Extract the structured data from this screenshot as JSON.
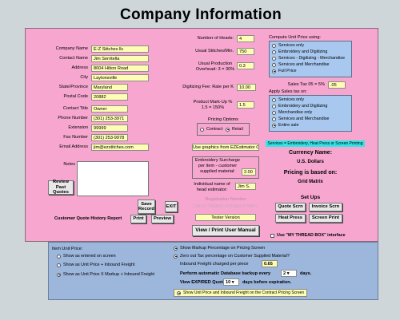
{
  "title": "Company Information",
  "company": {
    "labels": {
      "name": "Company Name",
      "contact": "Contact Name",
      "address": "Address",
      "city": "City",
      "state": "State/Province",
      "postal": "Postal Code",
      "contact_title": "Contact Title",
      "phone": "Phone Number",
      "extension": "Extension",
      "fax": "Fax Number",
      "email": "Email Address",
      "notes": "Notes"
    },
    "values": {
      "name": "E-Z Stitches llc",
      "contact": "Jim Serritella",
      "address": "8004 Hilton Road",
      "city": "Laytonsville",
      "state": "Maryland",
      "postal": "20882",
      "contact_title": "Owner",
      "phone": "(301) 253-3971",
      "extension": "99999",
      "fax": "(301) 253-9978",
      "email": "jim@ezstitches.com"
    }
  },
  "buttons": {
    "review": "Review Past Quotes",
    "save": "Save Record",
    "exit": "EXIT",
    "print": "Print",
    "preview": "Preview",
    "view_print_manual": "View / Print User Manual",
    "quote": "Quote Scrn",
    "invoice": "Invoice Scrn",
    "heat": "Heat Press",
    "screen_print": "Screen Print"
  },
  "history_report": "Customer Quote History Report",
  "middle": {
    "heads_label": "Number of Heads:",
    "heads_value": "4",
    "usual_spm_label": "Usual Stitches/Min.",
    "usual_spm_value": "750",
    "overhead_label": "Usual Production Overhead: 3 = 30%",
    "overhead_value": "0.3",
    "digitizing_label": "Digitizing Fee: Rate per K",
    "digitizing_value": "10.00",
    "markup_label": "Product Mark-Up % 1.5 = 150%",
    "markup_value": "1.5",
    "pricing_options_label": "Pricing Options",
    "contract": "Contract",
    "retail": "Retail",
    "graphics": "Use graphics from EZEstimator CD.",
    "surcharge_label": "Embroidery Surcharge per item - customer supplied material:",
    "surcharge_value": "2.00",
    "estimator_label": "Individual name of head estimator:",
    "estimator_value": "Jim S.",
    "registration_label": "Registration Number",
    "registration_value": "22K24-7RMMX-XVGMD-F7MKV",
    "tester_version": "Tester Version"
  },
  "right": {
    "compute_label": "Compute Unit Price using:",
    "compute_options": [
      "Services only",
      "Embroidery and Digitizing",
      "Services - Digitizing - Merchandise",
      "Services and Merchandise",
      "Full Price"
    ],
    "sales_tax_label": "Sales Tax 05 = 5%",
    "sales_tax_value": ".05",
    "apply_tax_label": "Apply Sales tax on:",
    "apply_options": [
      "Services only",
      "Embroidery and Digitizing",
      "Merchandise only",
      "Services and Merchandise",
      "Entire sale"
    ],
    "services_note": "Services = Embroidery, Heat Press or Screen Printing",
    "currency_label": "Currency Name:",
    "currency_value": "U.S. Dollars",
    "pricing_based_label": "Pricing is based on:",
    "pricing_based_value": "Grid Matrix",
    "setups_label": "Set Ups",
    "thread_box": "Use \"MY THREAD BOX\" interface"
  },
  "bottom": {
    "item_unit_price": "Item Unit Price:",
    "item_options": [
      "Show as entered on screen",
      "Show as Unit Price + Inbound Freight",
      "Show as Unit Price X Markup + Inbound Freight"
    ],
    "show_markup": "Show Markup Percentage on Pricing Screen",
    "zero_tax": "Zero out Tax percentage on Customer Supplied Material?",
    "inbound_freight_label": "Inbound Freight charged per piece",
    "inbound_freight_value": "0.65",
    "backup_label_a": "Perform automatic Database backup every",
    "backup_value": "2",
    "backup_label_b": "days.",
    "expired_label_a": "View EXPIRED Quotes",
    "expired_value": "10",
    "expired_label_b": "days before expiration.",
    "show_unit_price": "Show Unit Price and Inbound Freight on the Contract Pricing Screen"
  },
  "colors": {
    "pink": "#f7a7cf",
    "field": "#fdfdb4",
    "blue": "#a8c8f0",
    "cyan": "#33e4e4"
  }
}
